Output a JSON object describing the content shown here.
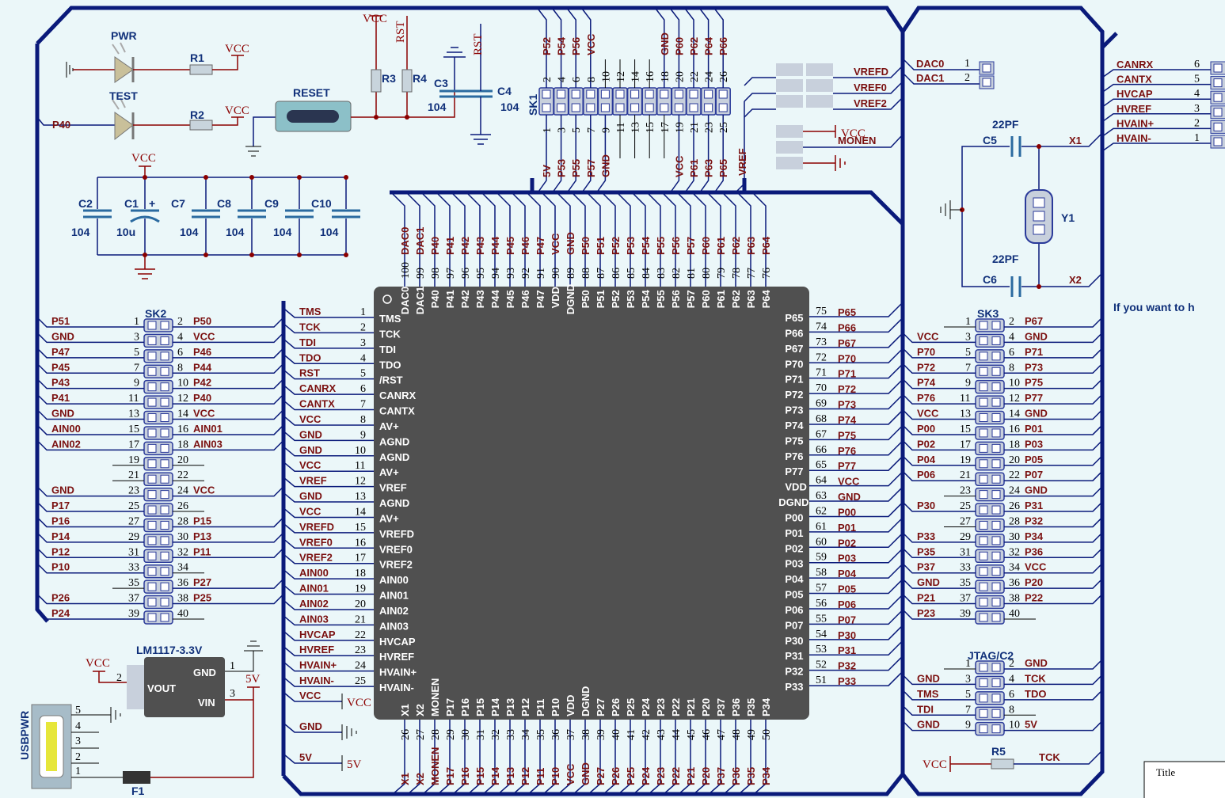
{
  "chip": {
    "left_pins": [
      {
        "n": "1",
        "name": "TMS",
        "net": "TMS"
      },
      {
        "n": "2",
        "name": "TCK",
        "net": "TCK"
      },
      {
        "n": "3",
        "name": "TDI",
        "net": "TDI"
      },
      {
        "n": "4",
        "name": "TDO",
        "net": "TDO"
      },
      {
        "n": "5",
        "name": "/RST",
        "net": "RST"
      },
      {
        "n": "6",
        "name": "CANRX",
        "net": "CANRX"
      },
      {
        "n": "7",
        "name": "CANTX",
        "net": "CANTX"
      },
      {
        "n": "8",
        "name": "AV+",
        "net": "VCC"
      },
      {
        "n": "9",
        "name": "AGND",
        "net": "GND"
      },
      {
        "n": "10",
        "name": "AGND",
        "net": "GND"
      },
      {
        "n": "11",
        "name": "AV+",
        "net": "VCC"
      },
      {
        "n": "12",
        "name": "VREF",
        "net": "VREF"
      },
      {
        "n": "13",
        "name": "AGND",
        "net": "GND"
      },
      {
        "n": "14",
        "name": "AV+",
        "net": "VCC"
      },
      {
        "n": "15",
        "name": "VREFD",
        "net": "VREFD"
      },
      {
        "n": "16",
        "name": "VREF0",
        "net": "VREF0"
      },
      {
        "n": "17",
        "name": "VREF2",
        "net": "VREF2"
      },
      {
        "n": "18",
        "name": "AIN00",
        "net": "AIN00"
      },
      {
        "n": "19",
        "name": "AIN01",
        "net": "AIN01"
      },
      {
        "n": "20",
        "name": "AIN02",
        "net": "AIN02"
      },
      {
        "n": "21",
        "name": "AIN03",
        "net": "AIN03"
      },
      {
        "n": "22",
        "name": "HVCAP",
        "net": "HVCAP"
      },
      {
        "n": "23",
        "name": "HVREF",
        "net": "HVREF"
      },
      {
        "n": "24",
        "name": "HVAIN+",
        "net": "HVAIN+"
      },
      {
        "n": "25",
        "name": "HVAIN-",
        "net": "HVAIN-"
      }
    ],
    "right_pins": [
      {
        "n": "75",
        "name": "P65",
        "net": "P65"
      },
      {
        "n": "74",
        "name": "P66",
        "net": "P66"
      },
      {
        "n": "73",
        "name": "P67",
        "net": "P67"
      },
      {
        "n": "72",
        "name": "P70",
        "net": "P70"
      },
      {
        "n": "71",
        "name": "P71",
        "net": "P71"
      },
      {
        "n": "70",
        "name": "P72",
        "net": "P72"
      },
      {
        "n": "69",
        "name": "P73",
        "net": "P73"
      },
      {
        "n": "68",
        "name": "P74",
        "net": "P74"
      },
      {
        "n": "67",
        "name": "P75",
        "net": "P75"
      },
      {
        "n": "66",
        "name": "P76",
        "net": "P76"
      },
      {
        "n": "65",
        "name": "P77",
        "net": "P77"
      },
      {
        "n": "64",
        "name": "VDD",
        "net": "VCC"
      },
      {
        "n": "63",
        "name": "DGND",
        "net": "GND"
      },
      {
        "n": "62",
        "name": "P00",
        "net": "P00"
      },
      {
        "n": "61",
        "name": "P01",
        "net": "P01"
      },
      {
        "n": "60",
        "name": "P02",
        "net": "P02"
      },
      {
        "n": "59",
        "name": "P03",
        "net": "P03"
      },
      {
        "n": "58",
        "name": "P04",
        "net": "P04"
      },
      {
        "n": "57",
        "name": "P05",
        "net": "P05"
      },
      {
        "n": "56",
        "name": "P06",
        "net": "P06"
      },
      {
        "n": "55",
        "name": "P07",
        "net": "P07"
      },
      {
        "n": "54",
        "name": "P30",
        "net": "P30"
      },
      {
        "n": "53",
        "name": "P31",
        "net": "P31"
      },
      {
        "n": "52",
        "name": "P32",
        "net": "P32"
      },
      {
        "n": "51",
        "name": "P33",
        "net": "P33"
      }
    ],
    "top_pins": [
      {
        "n": "100",
        "name": "DAC0",
        "net": "DAC0"
      },
      {
        "n": "99",
        "name": "DAC1",
        "net": "DAC1"
      },
      {
        "n": "98",
        "name": "P40",
        "net": "P40"
      },
      {
        "n": "97",
        "name": "P41",
        "net": "P41"
      },
      {
        "n": "96",
        "name": "P42",
        "net": "P42"
      },
      {
        "n": "95",
        "name": "P43",
        "net": "P43"
      },
      {
        "n": "94",
        "name": "P44",
        "net": "P44"
      },
      {
        "n": "93",
        "name": "P45",
        "net": "P45"
      },
      {
        "n": "92",
        "name": "P46",
        "net": "P46"
      },
      {
        "n": "91",
        "name": "P47",
        "net": "P47"
      },
      {
        "n": "90",
        "name": "VDD",
        "net": "VCC"
      },
      {
        "n": "89",
        "name": "DGND",
        "net": "GND"
      },
      {
        "n": "88",
        "name": "P50",
        "net": "P50"
      },
      {
        "n": "87",
        "name": "P51",
        "net": "P51"
      },
      {
        "n": "86",
        "name": "P52",
        "net": "P52"
      },
      {
        "n": "85",
        "name": "P53",
        "net": "P53"
      },
      {
        "n": "84",
        "name": "P54",
        "net": "P54"
      },
      {
        "n": "83",
        "name": "P55",
        "net": "P55"
      },
      {
        "n": "82",
        "name": "P56",
        "net": "P56"
      },
      {
        "n": "81",
        "name": "P57",
        "net": "P57"
      },
      {
        "n": "80",
        "name": "P60",
        "net": "P60"
      },
      {
        "n": "79",
        "name": "P61",
        "net": "P61"
      },
      {
        "n": "78",
        "name": "P62",
        "net": "P62"
      },
      {
        "n": "77",
        "name": "P63",
        "net": "P63"
      },
      {
        "n": "76",
        "name": "P64",
        "net": "P64"
      }
    ],
    "bottom_pins": [
      {
        "n": "26",
        "name": "X1",
        "net": "X1"
      },
      {
        "n": "27",
        "name": "X2",
        "net": "X2"
      },
      {
        "n": "28",
        "name": "MONEN",
        "net": "MONEN"
      },
      {
        "n": "29",
        "name": "P17",
        "net": "P17"
      },
      {
        "n": "30",
        "name": "P16",
        "net": "P16"
      },
      {
        "n": "31",
        "name": "P15",
        "net": "P15"
      },
      {
        "n": "32",
        "name": "P14",
        "net": "P14"
      },
      {
        "n": "33",
        "name": "P13",
        "net": "P13"
      },
      {
        "n": "34",
        "name": "P12",
        "net": "P12"
      },
      {
        "n": "35",
        "name": "P11",
        "net": "P11"
      },
      {
        "n": "36",
        "name": "P10",
        "net": "P10"
      },
      {
        "n": "37",
        "name": "VDD",
        "net": "VCC"
      },
      {
        "n": "38",
        "name": "DGND",
        "net": "GND"
      },
      {
        "n": "39",
        "name": "P27",
        "net": "P27"
      },
      {
        "n": "40",
        "name": "P26",
        "net": "P26"
      },
      {
        "n": "41",
        "name": "P25",
        "net": "P25"
      },
      {
        "n": "42",
        "name": "P24",
        "net": "P24"
      },
      {
        "n": "43",
        "name": "P23",
        "net": "P23"
      },
      {
        "n": "44",
        "name": "P22",
        "net": "P22"
      },
      {
        "n": "45",
        "name": "P21",
        "net": "P21"
      },
      {
        "n": "46",
        "name": "P20",
        "net": "P20"
      },
      {
        "n": "47",
        "name": "P37",
        "net": "P37"
      },
      {
        "n": "48",
        "name": "P36",
        "net": "P36"
      },
      {
        "n": "49",
        "name": "P35",
        "net": "P35"
      },
      {
        "n": "50",
        "name": "P34",
        "net": "P34"
      }
    ],
    "extra_left": [
      {
        "net": "VCC",
        "sym": "VCC"
      },
      {
        "net": "GND",
        "sym": ""
      },
      {
        "net": "5V",
        "sym": "5V"
      }
    ]
  },
  "sk2": {
    "title": "SK2",
    "rows": [
      {
        "ln": "1",
        "lnet": "P51",
        "rn": "2",
        "rnet": "P50"
      },
      {
        "ln": "3",
        "lnet": "GND",
        "rn": "4",
        "rnet": "VCC"
      },
      {
        "ln": "5",
        "lnet": "P47",
        "rn": "6",
        "rnet": "P46"
      },
      {
        "ln": "7",
        "lnet": "P45",
        "rn": "8",
        "rnet": "P44"
      },
      {
        "ln": "9",
        "lnet": "P43",
        "rn": "10",
        "rnet": "P42"
      },
      {
        "ln": "11",
        "lnet": "P41",
        "rn": "12",
        "rnet": "P40"
      },
      {
        "ln": "13",
        "lnet": "GND",
        "rn": "14",
        "rnet": "VCC"
      },
      {
        "ln": "15",
        "lnet": "AIN00",
        "rn": "16",
        "rnet": "AIN01"
      },
      {
        "ln": "17",
        "lnet": "AIN02",
        "rn": "18",
        "rnet": "AIN03"
      },
      {
        "ln": "19",
        "lnet": "",
        "rn": "20",
        "rnet": ""
      },
      {
        "ln": "21",
        "lnet": "",
        "rn": "22",
        "rnet": ""
      },
      {
        "ln": "23",
        "lnet": "GND",
        "rn": "24",
        "rnet": "VCC"
      },
      {
        "ln": "25",
        "lnet": "P17",
        "rn": "26",
        "rnet": ""
      },
      {
        "ln": "27",
        "lnet": "P16",
        "rn": "28",
        "rnet": "P15"
      },
      {
        "ln": "29",
        "lnet": "P14",
        "rn": "30",
        "rnet": "P13"
      },
      {
        "ln": "31",
        "lnet": "P12",
        "rn": "32",
        "rnet": "P11"
      },
      {
        "ln": "33",
        "lnet": "P10",
        "rn": "34",
        "rnet": ""
      },
      {
        "ln": "35",
        "lnet": "",
        "rn": "36",
        "rnet": "P27"
      },
      {
        "ln": "37",
        "lnet": "P26",
        "rn": "38",
        "rnet": "P25"
      },
      {
        "ln": "39",
        "lnet": "P24",
        "rn": "40",
        "rnet": ""
      }
    ]
  },
  "sk3": {
    "title": "SK3",
    "rows": [
      {
        "ln": "1",
        "lnet": "",
        "rn": "2",
        "rnet": "P67"
      },
      {
        "ln": "3",
        "lnet": "VCC",
        "rn": "4",
        "rnet": "GND"
      },
      {
        "ln": "5",
        "lnet": "P70",
        "rn": "6",
        "rnet": "P71"
      },
      {
        "ln": "7",
        "lnet": "P72",
        "rn": "8",
        "rnet": "P73"
      },
      {
        "ln": "9",
        "lnet": "P74",
        "rn": "10",
        "rnet": "P75"
      },
      {
        "ln": "11",
        "lnet": "P76",
        "rn": "12",
        "rnet": "P77"
      },
      {
        "ln": "13",
        "lnet": "VCC",
        "rn": "14",
        "rnet": "GND"
      },
      {
        "ln": "15",
        "lnet": "P00",
        "rn": "16",
        "rnet": "P01"
      },
      {
        "ln": "17",
        "lnet": "P02",
        "rn": "18",
        "rnet": "P03"
      },
      {
        "ln": "19",
        "lnet": "P04",
        "rn": "20",
        "rnet": "P05"
      },
      {
        "ln": "21",
        "lnet": "P06",
        "rn": "22",
        "rnet": "P07"
      },
      {
        "ln": "23",
        "lnet": "",
        "rn": "24",
        "rnet": "GND"
      },
      {
        "ln": "25",
        "lnet": "P30",
        "rn": "26",
        "rnet": "P31"
      },
      {
        "ln": "27",
        "lnet": "",
        "rn": "28",
        "rnet": "P32"
      },
      {
        "ln": "29",
        "lnet": "P33",
        "rn": "30",
        "rnet": "P34"
      },
      {
        "ln": "31",
        "lnet": "P35",
        "rn": "32",
        "rnet": "P36"
      },
      {
        "ln": "33",
        "lnet": "P37",
        "rn": "34",
        "rnet": "VCC"
      },
      {
        "ln": "35",
        "lnet": "GND",
        "rn": "36",
        "rnet": "P20"
      },
      {
        "ln": "37",
        "lnet": "P21",
        "rn": "38",
        "rnet": "P22"
      },
      {
        "ln": "39",
        "lnet": "P23",
        "rn": "40",
        "rnet": ""
      }
    ]
  },
  "sk1": {
    "title": "SK1",
    "top": [
      {
        "n": "2",
        "net": "P52"
      },
      {
        "n": "4",
        "net": "P54"
      },
      {
        "n": "6",
        "net": "P56"
      },
      {
        "n": "8",
        "net": "VCC"
      },
      {
        "n": "10",
        "net": ""
      },
      {
        "n": "12",
        "net": ""
      },
      {
        "n": "14",
        "net": ""
      },
      {
        "n": "16",
        "net": ""
      },
      {
        "n": "18",
        "net": "GND"
      },
      {
        "n": "20",
        "net": "P60"
      },
      {
        "n": "22",
        "net": "P62"
      },
      {
        "n": "24",
        "net": "P64"
      },
      {
        "n": "26",
        "net": "P66"
      }
    ],
    "bottom": [
      {
        "n": "1",
        "net": "5V"
      },
      {
        "n": "3",
        "net": "P53"
      },
      {
        "n": "5",
        "net": "P55"
      },
      {
        "n": "7",
        "net": "P57"
      },
      {
        "n": "9",
        "net": "GND"
      },
      {
        "n": "11",
        "net": ""
      },
      {
        "n": "13",
        "net": ""
      },
      {
        "n": "15",
        "net": ""
      },
      {
        "n": "17",
        "net": ""
      },
      {
        "n": "19",
        "net": "VCC"
      },
      {
        "n": "21",
        "net": "P61"
      },
      {
        "n": "23",
        "net": "P63"
      },
      {
        "n": "25",
        "net": "P65"
      }
    ],
    "vref_label": "VREF"
  },
  "jtag": {
    "title": "JTAG/C2",
    "rows": [
      {
        "ln": "1",
        "lnet": "",
        "rn": "2",
        "rnet": "GND"
      },
      {
        "ln": "3",
        "lnet": "GND",
        "rn": "4",
        "rnet": "TCK"
      },
      {
        "ln": "5",
        "lnet": "TMS",
        "rn": "6",
        "rnet": "TDO"
      },
      {
        "ln": "7",
        "lnet": "TDI",
        "rn": "8",
        "rnet": ""
      },
      {
        "ln": "9",
        "lnet": "GND",
        "rn": "10",
        "rnet": "5V"
      }
    ]
  },
  "right_header": {
    "pins": [
      {
        "n": "6",
        "net": "CANRX"
      },
      {
        "n": "5",
        "net": "CANTX"
      },
      {
        "n": "4",
        "net": "HVCAP"
      },
      {
        "n": "3",
        "net": "HVREF"
      },
      {
        "n": "2",
        "net": "HVAIN+"
      },
      {
        "n": "1",
        "net": "HVAIN-"
      }
    ]
  },
  "dac_header": {
    "pins": [
      {
        "n": "1",
        "net": "DAC0"
      },
      {
        "n": "2",
        "net": "DAC1"
      }
    ]
  },
  "vref_jumpers": {
    "labels": [
      "VREFD",
      "VREF0",
      "VREF2"
    ]
  },
  "monen_jumper": {
    "vcc": "VCC",
    "label": "MONEN"
  },
  "leds": {
    "pwr": "PWR",
    "test": "TEST",
    "r1": "R1",
    "r2": "R2",
    "vcc": "VCC",
    "net": "P40"
  },
  "reset": {
    "label": "RESET",
    "r3": "R3",
    "r4": "R4",
    "c3": "C3",
    "c4": "C4",
    "cap": "104",
    "vcc": "VCC",
    "rst": "RST"
  },
  "caps": {
    "vcc": "VCC",
    "items": [
      {
        "name": "C2",
        "value": "104"
      },
      {
        "name": "C1",
        "value": "10u"
      },
      {
        "name": "C7",
        "value": "104"
      },
      {
        "name": "C8",
        "value": "104"
      },
      {
        "name": "C9",
        "value": "104"
      },
      {
        "name": "C10",
        "value": "104"
      }
    ]
  },
  "crystal": {
    "c5": "C5",
    "c6": "C6",
    "v5": "22PF",
    "v6": "22PF",
    "y": "Y1",
    "x1": "X1",
    "x2": "X2"
  },
  "regulator": {
    "name": "LM1117-3.3V",
    "gnd": "GND",
    "vout": "VOUT",
    "vin": "VIN",
    "p1": "1",
    "p2": "2",
    "p3": "3",
    "vcc": "VCC",
    "v5": "5V"
  },
  "usb": {
    "label": "USBPWR",
    "fuse": "F1",
    "pins": [
      "5",
      "4",
      "3",
      "2",
      "1"
    ]
  },
  "r5": {
    "name": "R5",
    "vcc": "VCC",
    "net": "TCK"
  },
  "hint_text": "If you want to h",
  "title_block": "Title",
  "colors": {
    "bus": "#0a1a7a",
    "net": "#7a1010",
    "chip": "#505050",
    "bg": "#ebf7f9"
  }
}
